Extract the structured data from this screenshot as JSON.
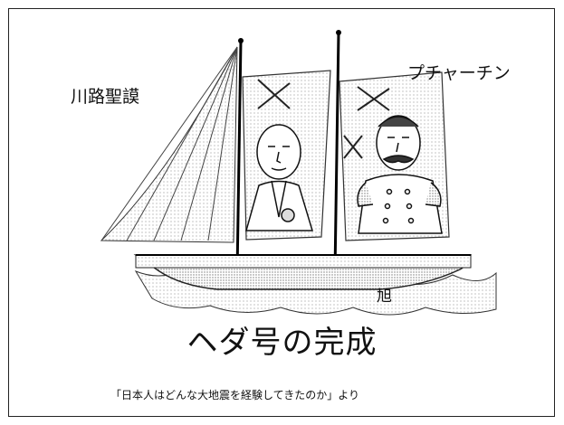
{
  "labels": {
    "left_figure_name": "川路聖謨",
    "right_figure_name": "プチャーチン",
    "ship_name": "旭"
  },
  "caption": "ヘダ号の完成",
  "source_note": "「日本人はどんな大地震を経験してきたのか」より"
}
